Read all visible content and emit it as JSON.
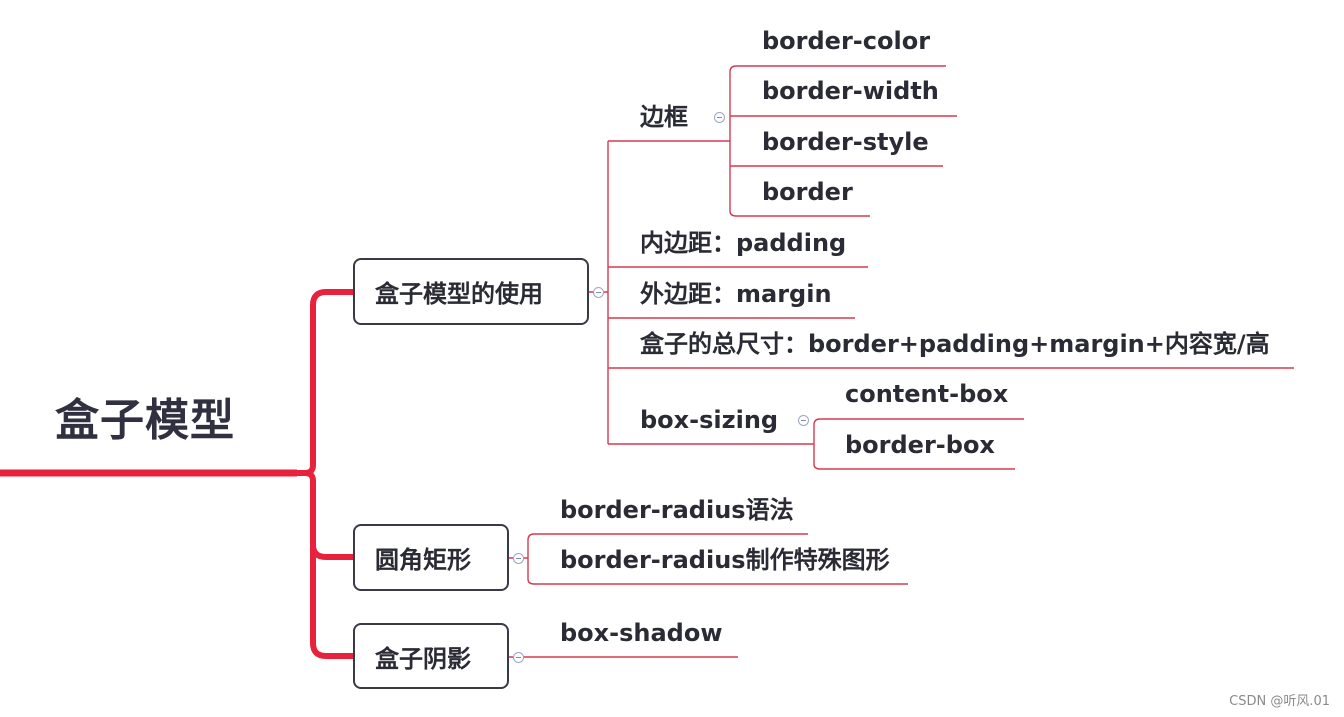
{
  "root": {
    "label": "盒子模型"
  },
  "branches": {
    "usage": {
      "label": "盒子模型的使用",
      "border": {
        "label": "边框",
        "children": [
          "border-color",
          "border-width",
          "border-style",
          "border"
        ]
      },
      "padding": "内边距：padding",
      "margin": "外边距：margin",
      "total_size": "盒子的总尺寸：border+padding+margin+内容宽/高",
      "box_sizing": {
        "label": "box-sizing",
        "children": [
          "content-box",
          "border-box"
        ]
      }
    },
    "radius": {
      "label": "圆角矩形",
      "children": [
        "border-radius语法",
        "border-radius制作特殊图形"
      ]
    },
    "shadow": {
      "label": "盒子阴影",
      "children": [
        "box-shadow"
      ]
    }
  },
  "colors": {
    "branch": "#e8223d",
    "line": "#d63a4f",
    "box_border": "#3a3a46",
    "text": "#2b2b35"
  },
  "watermark": "CSDN @听风.01"
}
